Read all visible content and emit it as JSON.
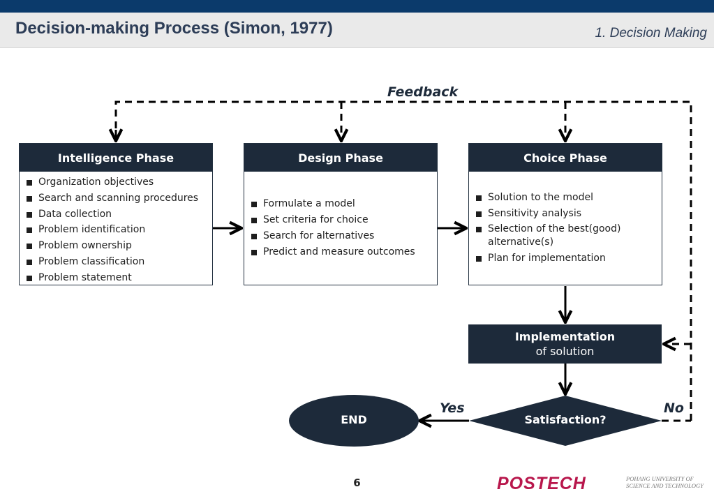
{
  "slide": {
    "title": "Decision-making Process (Simon, 1977)",
    "section": "1. Decision Making",
    "page_number": "6"
  },
  "diagram": {
    "feedback_label": "Feedback",
    "phases": [
      {
        "title": "Intelligence Phase",
        "items": [
          "Organization objectives",
          "Search and scanning procedures",
          "Data collection",
          "Problem identification",
          "Problem ownership",
          "Problem classification",
          "Problem statement"
        ]
      },
      {
        "title": "Design Phase",
        "items": [
          "Formulate a model",
          "Set criteria for choice",
          "Search for alternatives",
          "Predict and measure outcomes"
        ]
      },
      {
        "title": "Choice Phase",
        "items": [
          "Solution to the model",
          "Sensitivity analysis",
          "Selection of the best(good) alternative(s)",
          "Plan for implementation"
        ]
      }
    ],
    "implementation": {
      "line1": "Implementation",
      "line2": "of solution"
    },
    "decision": "Satisfaction?",
    "end": "END",
    "yes_label": "Yes",
    "no_label": "No"
  },
  "logo": {
    "name": "POSTECH",
    "line1": "POHANG UNIVERSITY OF",
    "line2": "SCIENCE AND TECHNOLOGY"
  },
  "colors": {
    "dark_navy": "#1d2a3a",
    "top_bar": "#0b3a6b",
    "title_text": "#2d3d57",
    "logo": "#b8174c"
  }
}
